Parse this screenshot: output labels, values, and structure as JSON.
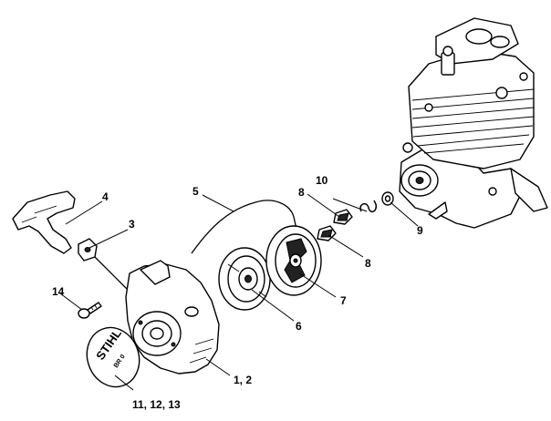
{
  "labels": {
    "p1": "1, 2",
    "p3": "3",
    "p4": "4",
    "p5": "5",
    "p6": "6",
    "p7": "7",
    "p8a": "8",
    "p8b": "8",
    "p9": "9",
    "p10": "10",
    "p11": "11, 12, 13",
    "p14": "14"
  },
  "logo": {
    "brand": "STIHL",
    "model": "BR 0"
  }
}
